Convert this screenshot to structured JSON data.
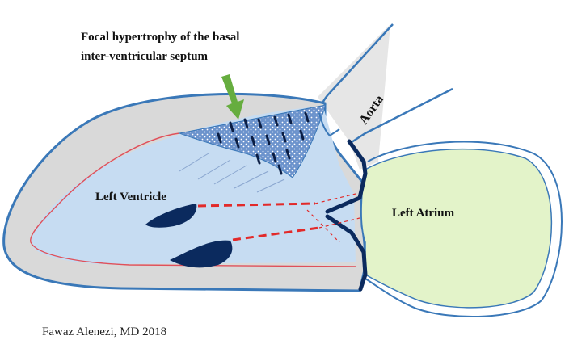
{
  "annotation": {
    "line1": "Focal hypertrophy of the basal",
    "line2": "inter-ventricular septum"
  },
  "labels": {
    "aorta": "Aorta",
    "left_ventricle": "Left Ventricle",
    "left_atrium": "Left Atrium"
  },
  "credit": "Fawaz Alenezi, MD 2018",
  "colors": {
    "outline_blue": "#3a78b8",
    "muscle_gray": "#d9d9d9",
    "cavity_blue": "#c6dcf2",
    "endocardium_red": "#e0505a",
    "atrium_green": "#e3f3c9",
    "septum_hatch": "#5a85c4",
    "valve_navy": "#0b2a5e",
    "flow_red": "#e22a2a",
    "arrow_green": "#66ad3f",
    "aorta_gray": "#e6e6e6"
  }
}
